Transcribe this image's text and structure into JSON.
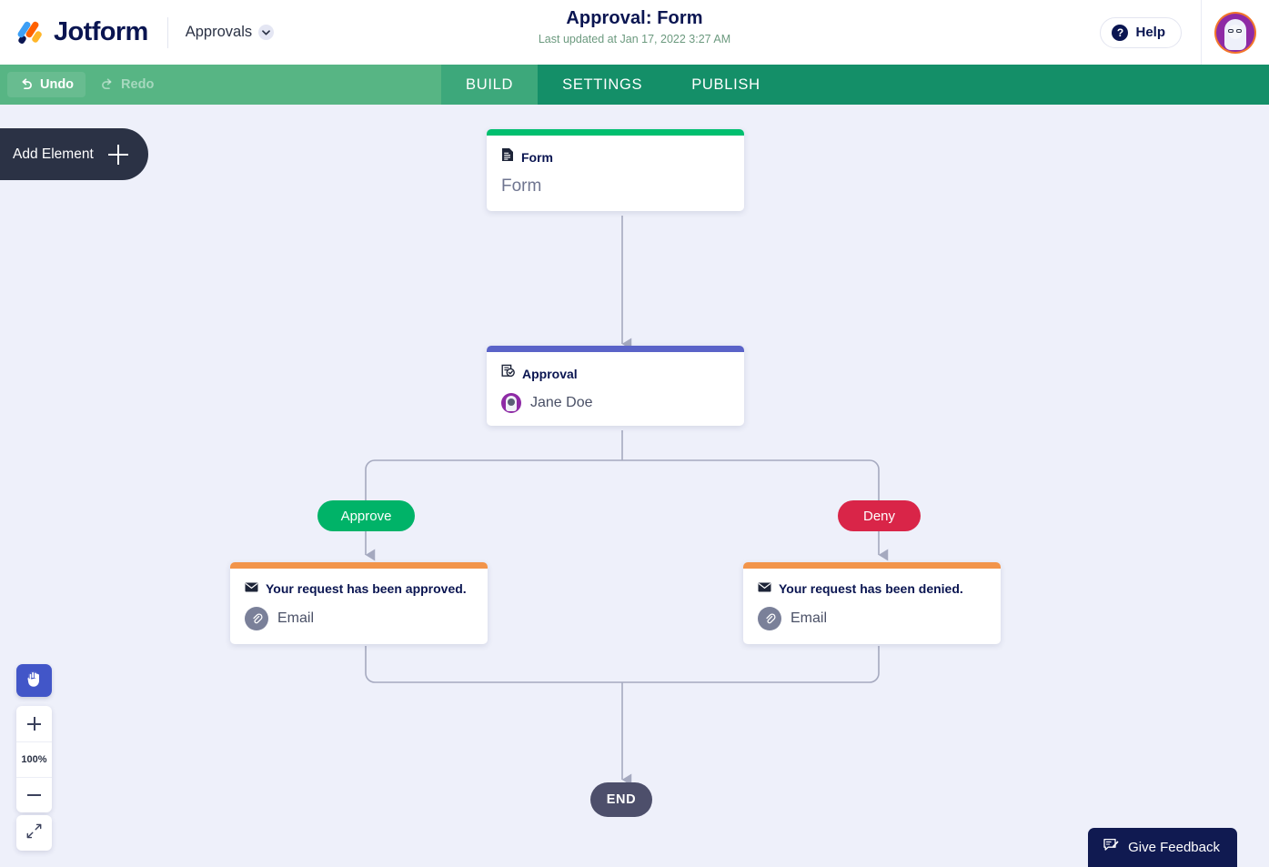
{
  "header": {
    "brand_name": "Jotform",
    "brand_logo_icon": "jotform-logo-icon",
    "workspace_label": "Approvals",
    "workspace_chevron_icon": "chevron-down-icon",
    "title": "Approval: Form",
    "subtitle": "Last updated at Jan 17, 2022 3:27 AM",
    "help_label": "Help",
    "help_icon": "question-mark-icon",
    "avatar_icon": "user-avatar"
  },
  "toolbar": {
    "undo_label": "Undo",
    "undo_icon": "undo-arrow-icon",
    "redo_label": "Redo",
    "redo_icon": "redo-arrow-icon",
    "redo_disabled": true,
    "tabs": [
      {
        "label": "BUILD",
        "active": true
      },
      {
        "label": "SETTINGS",
        "active": false
      },
      {
        "label": "PUBLISH",
        "active": false
      }
    ],
    "accent_color": "#148f68",
    "active_tab_color": "#3da87b"
  },
  "canvas": {
    "add_element_label": "Add Element",
    "add_element_icon": "plus-icon",
    "nodes": [
      {
        "id": "form",
        "type_label": "Form",
        "type_icon": "document-icon",
        "value": "Form",
        "bar_color": "#00bf6f"
      },
      {
        "id": "approval",
        "type_label": "Approval",
        "type_icon": "clipboard-check-icon",
        "assignee": "Jane Doe",
        "assignee_icon": "user-avatar",
        "bar_color": "#5a63c8"
      },
      {
        "id": "email-approved",
        "type_label": "Your request has been approved.",
        "type_icon": "envelope-icon",
        "channel": "Email",
        "channel_icon": "paperclip-icon",
        "bar_color": "#f2944a"
      },
      {
        "id": "email-denied",
        "type_label": "Your request has been denied.",
        "type_icon": "envelope-icon",
        "channel": "Email",
        "channel_icon": "paperclip-icon",
        "bar_color": "#f2944a"
      }
    ],
    "branches": [
      {
        "id": "approve",
        "label": "Approve",
        "color": "#00b368"
      },
      {
        "id": "deny",
        "label": "Deny",
        "color": "#d92548"
      }
    ],
    "end_label": "END",
    "connector_color": "#a5a9bf",
    "background_color": "#eef0fa"
  },
  "zoom_controls": {
    "hand_tool_icon": "hand-icon",
    "hand_tool_active": true,
    "zoom_in_icon": "plus-icon",
    "zoom_level": "100%",
    "zoom_out_icon": "minus-icon",
    "fit_screen_icon": "expand-arrows-icon"
  },
  "feedback": {
    "label": "Give Feedback",
    "icon": "feedback-pencil-icon"
  }
}
